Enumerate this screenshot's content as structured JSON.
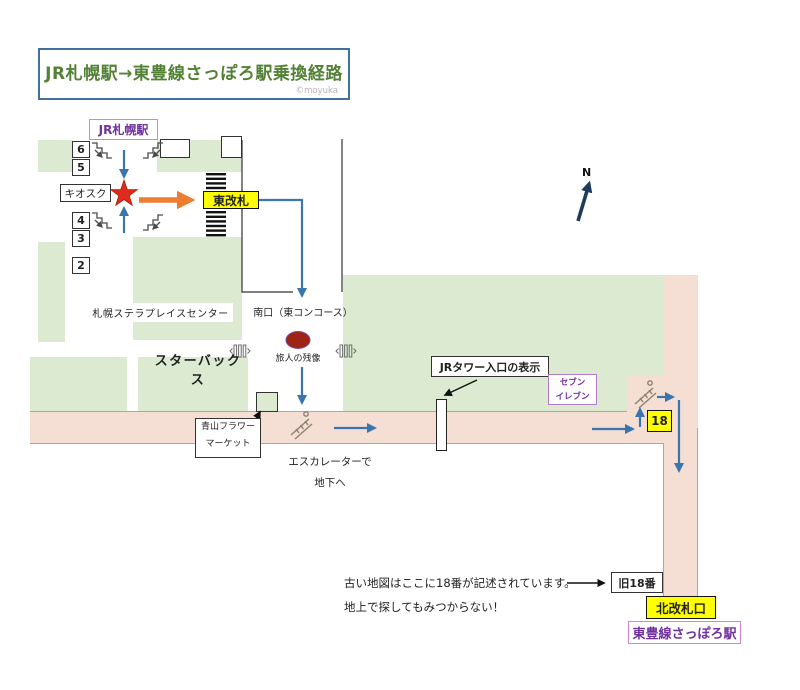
{
  "title": {
    "text": "JR札幌駅→東豊線さっぽろ駅乗換経路",
    "credit": "©moyuka"
  },
  "labels": {
    "jr_station": "JR札幌駅",
    "kiosk": "キオスク",
    "east_gate": "東改札",
    "stella_place": "札幌ステラプレイスセンター",
    "south_exit": "南口（東コンコース）",
    "statue": "旅人の残像",
    "starbucks": "スターバックス",
    "flower_market_1": "青山フラワー",
    "flower_market_2": "マーケット",
    "escalator_1": "エスカレーターで",
    "escalator_2": "地下へ",
    "jr_tower_sign": "JRタワー入口の表示",
    "seven_eleven_1": "セブン",
    "seven_eleven_2": "イレブン",
    "exit_18": "18",
    "old_18": "旧18番",
    "note_1": "古い地図はここに18番が記述されています。",
    "note_2": "地上で探してもみつからない！",
    "north_gate": "北改札口",
    "toho_station": "東豊線さっぽろ駅",
    "compass": "N"
  },
  "platforms": [
    "6",
    "5",
    "4",
    "3",
    "2"
  ],
  "colors": {
    "green_area": "#dcead2",
    "pink_corridor": "#f5ded3",
    "highlight_yellow": "#ffff00",
    "purple_text": "#7030a0",
    "title_green": "#538135",
    "title_border_blue": "#41719c",
    "route_blue": "#3a76ad",
    "route_orange": "#ed7d31",
    "star_red": "#df2b1c",
    "statue_red": "#9e2415",
    "compass_navy": "#1f3b5c"
  }
}
